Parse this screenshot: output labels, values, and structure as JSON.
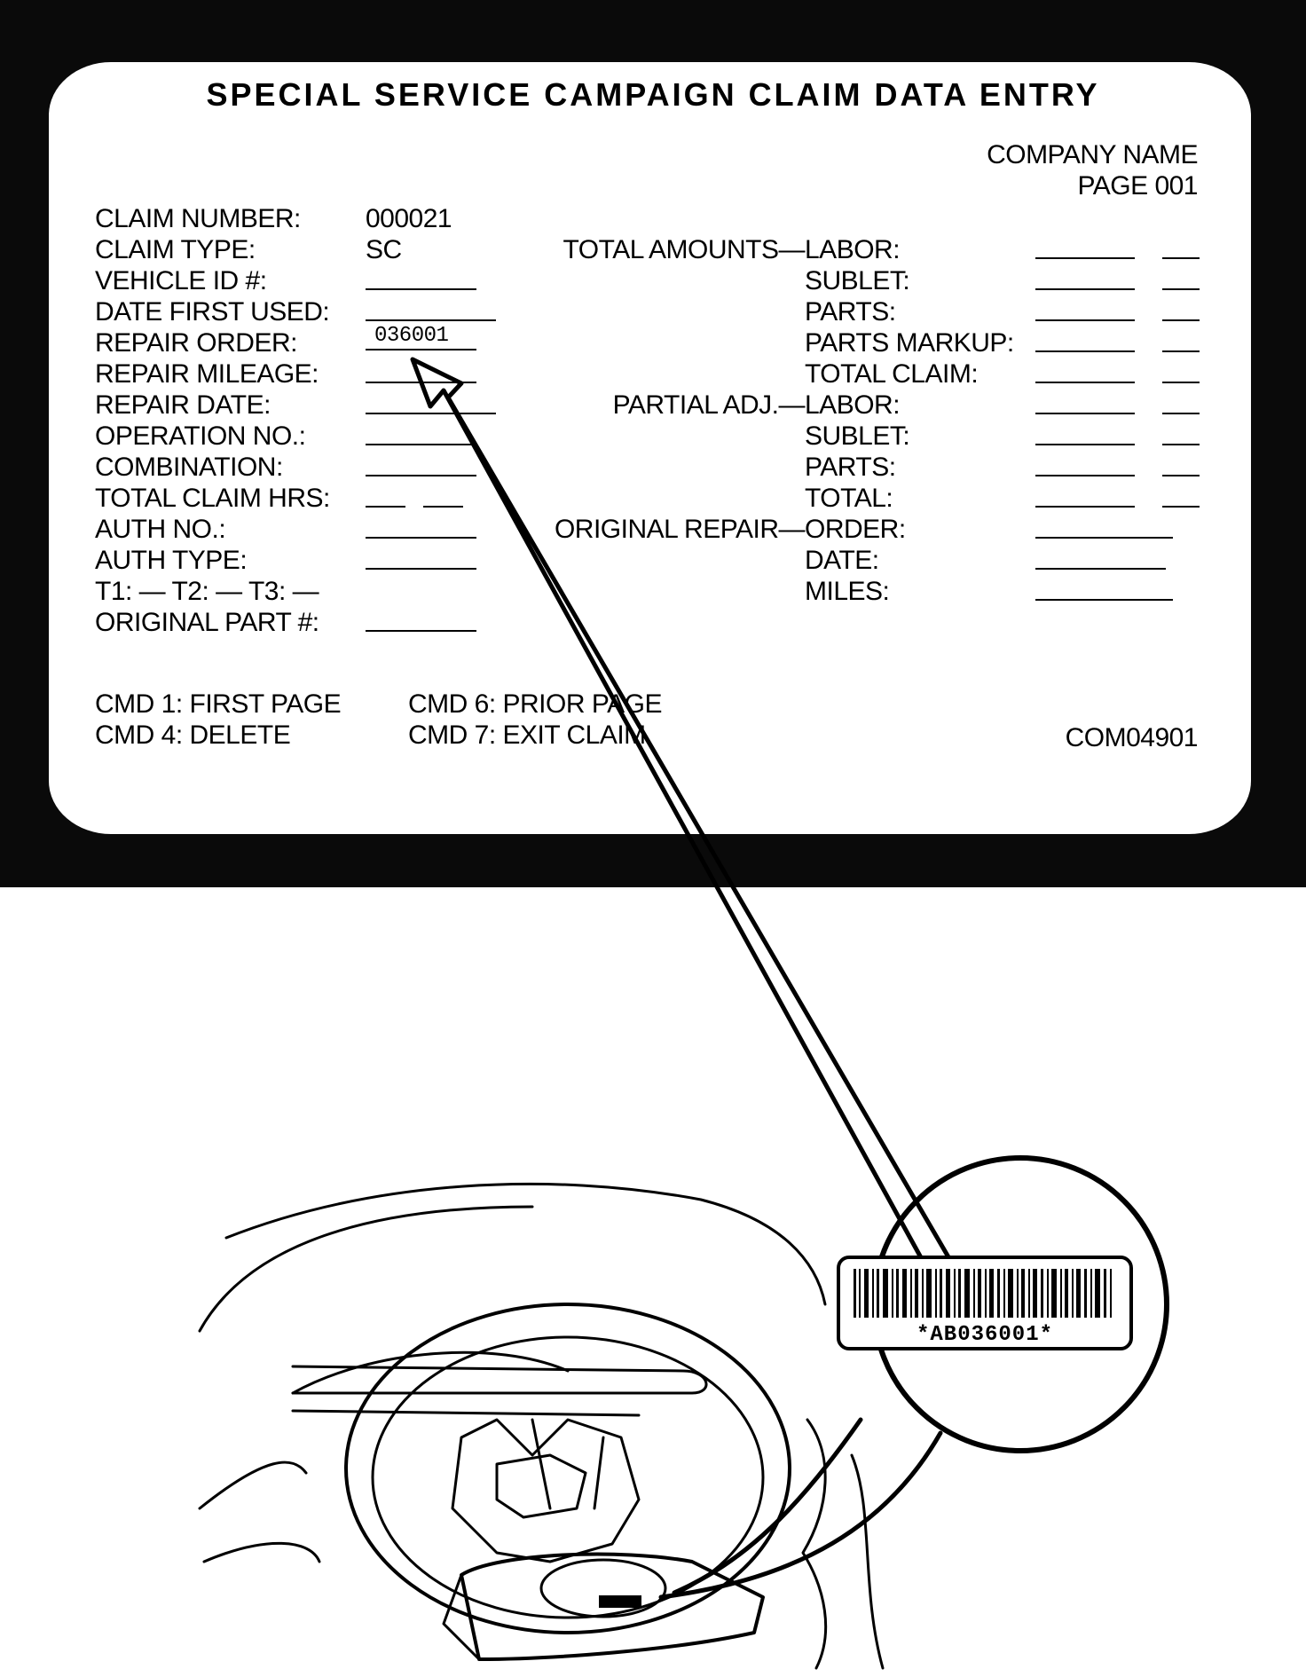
{
  "screen": {
    "title": "SPECIAL SERVICE CAMPAIGN CLAIM DATA ENTRY",
    "company": "COMPANY NAME",
    "page": "PAGE 001",
    "screen_id": "COM04901",
    "left_fields": [
      {
        "label": "CLAIM NUMBER:",
        "value": "000021"
      },
      {
        "label": "CLAIM TYPE:",
        "value": "SC"
      },
      {
        "label": "VEHICLE ID #:",
        "value": ""
      },
      {
        "label": "DATE FIRST USED:",
        "value": ""
      },
      {
        "label": "REPAIR ORDER:",
        "value": "036001"
      },
      {
        "label": "REPAIR MILEAGE:",
        "value": ""
      },
      {
        "label": "REPAIR DATE:",
        "value": ""
      },
      {
        "label": "OPERATION NO.:",
        "value": ""
      },
      {
        "label": "COMBINATION:",
        "value": ""
      },
      {
        "label": "TOTAL CLAIM HRS:",
        "value": ""
      },
      {
        "label": "AUTH NO.:",
        "value": ""
      },
      {
        "label": "AUTH TYPE:",
        "value": ""
      },
      {
        "label": "T1: — T2: — T3: —",
        "value": ""
      },
      {
        "label": "ORIGINAL PART #:",
        "value": ""
      }
    ],
    "groups": {
      "total_amounts": "TOTAL AMOUNTS—",
      "partial_adj": "PARTIAL ADJ.—",
      "original_repair": "ORIGINAL REPAIR—"
    },
    "right_fields": [
      {
        "label": "LABOR:"
      },
      {
        "label": "SUBLET:"
      },
      {
        "label": "PARTS:"
      },
      {
        "label": "PARTS MARKUP:"
      },
      {
        "label": "TOTAL CLAIM:"
      },
      {
        "label": "LABOR:"
      },
      {
        "label": "SUBLET:"
      },
      {
        "label": "PARTS:"
      },
      {
        "label": "TOTAL:"
      },
      {
        "label": "ORDER:"
      },
      {
        "label": "DATE:"
      },
      {
        "label": "MILES:"
      }
    ],
    "commands": [
      "CMD 1: FIRST PAGE",
      "CMD 4: DELETE",
      "CMD 6: PRIOR PAGE",
      "CMD 7: EXIT CLAIM"
    ]
  },
  "barcode": {
    "text": "*AB036001*"
  },
  "icons": [
    "crt-monitor-bezel",
    "pointer-arrow-icon",
    "barcode-label-icon",
    "steering-wheel-airbag-illustration"
  ]
}
